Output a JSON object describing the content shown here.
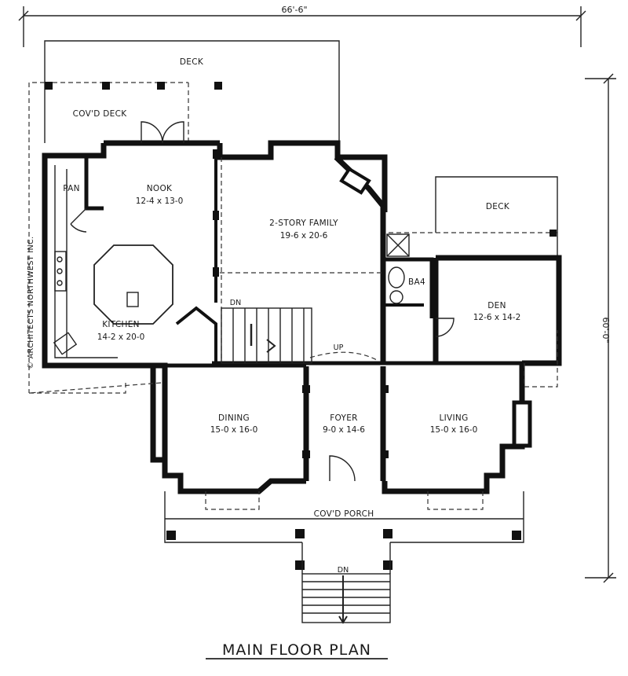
{
  "plan_title": "MAIN FLOOR PLAN",
  "dimensions": {
    "overall_width": "66'-6\"",
    "overall_depth": "60'-0\""
  },
  "copyright": "© ARCHITECTS NORTHWEST INC.",
  "rooms": {
    "deck_rear": {
      "name": "DECK"
    },
    "covd_deck": {
      "name": "COV'D DECK"
    },
    "pan": {
      "name": "PAN"
    },
    "nook": {
      "name": "NOOK",
      "size": "12-4 x 13-0"
    },
    "family": {
      "name": "2-STORY FAMILY",
      "size": "19-6 x 20-6"
    },
    "kitchen": {
      "name": "KITCHEN",
      "size": "14-2 x 20-0"
    },
    "deck_side": {
      "name": "DECK"
    },
    "ba": {
      "name": "BA4"
    },
    "den": {
      "name": "DEN",
      "size": "12-6 x 14-2"
    },
    "dining": {
      "name": "DINING",
      "size": "15-0 x 16-0"
    },
    "foyer": {
      "name": "FOYER",
      "size": "9-0 x 14-6"
    },
    "living": {
      "name": "LIVING",
      "size": "15-0 x 16-0"
    },
    "porch": {
      "name": "COV'D PORCH"
    }
  },
  "stair_labels": {
    "dn_main": "DN",
    "up_main": "UP",
    "dn_porch": "DN"
  }
}
